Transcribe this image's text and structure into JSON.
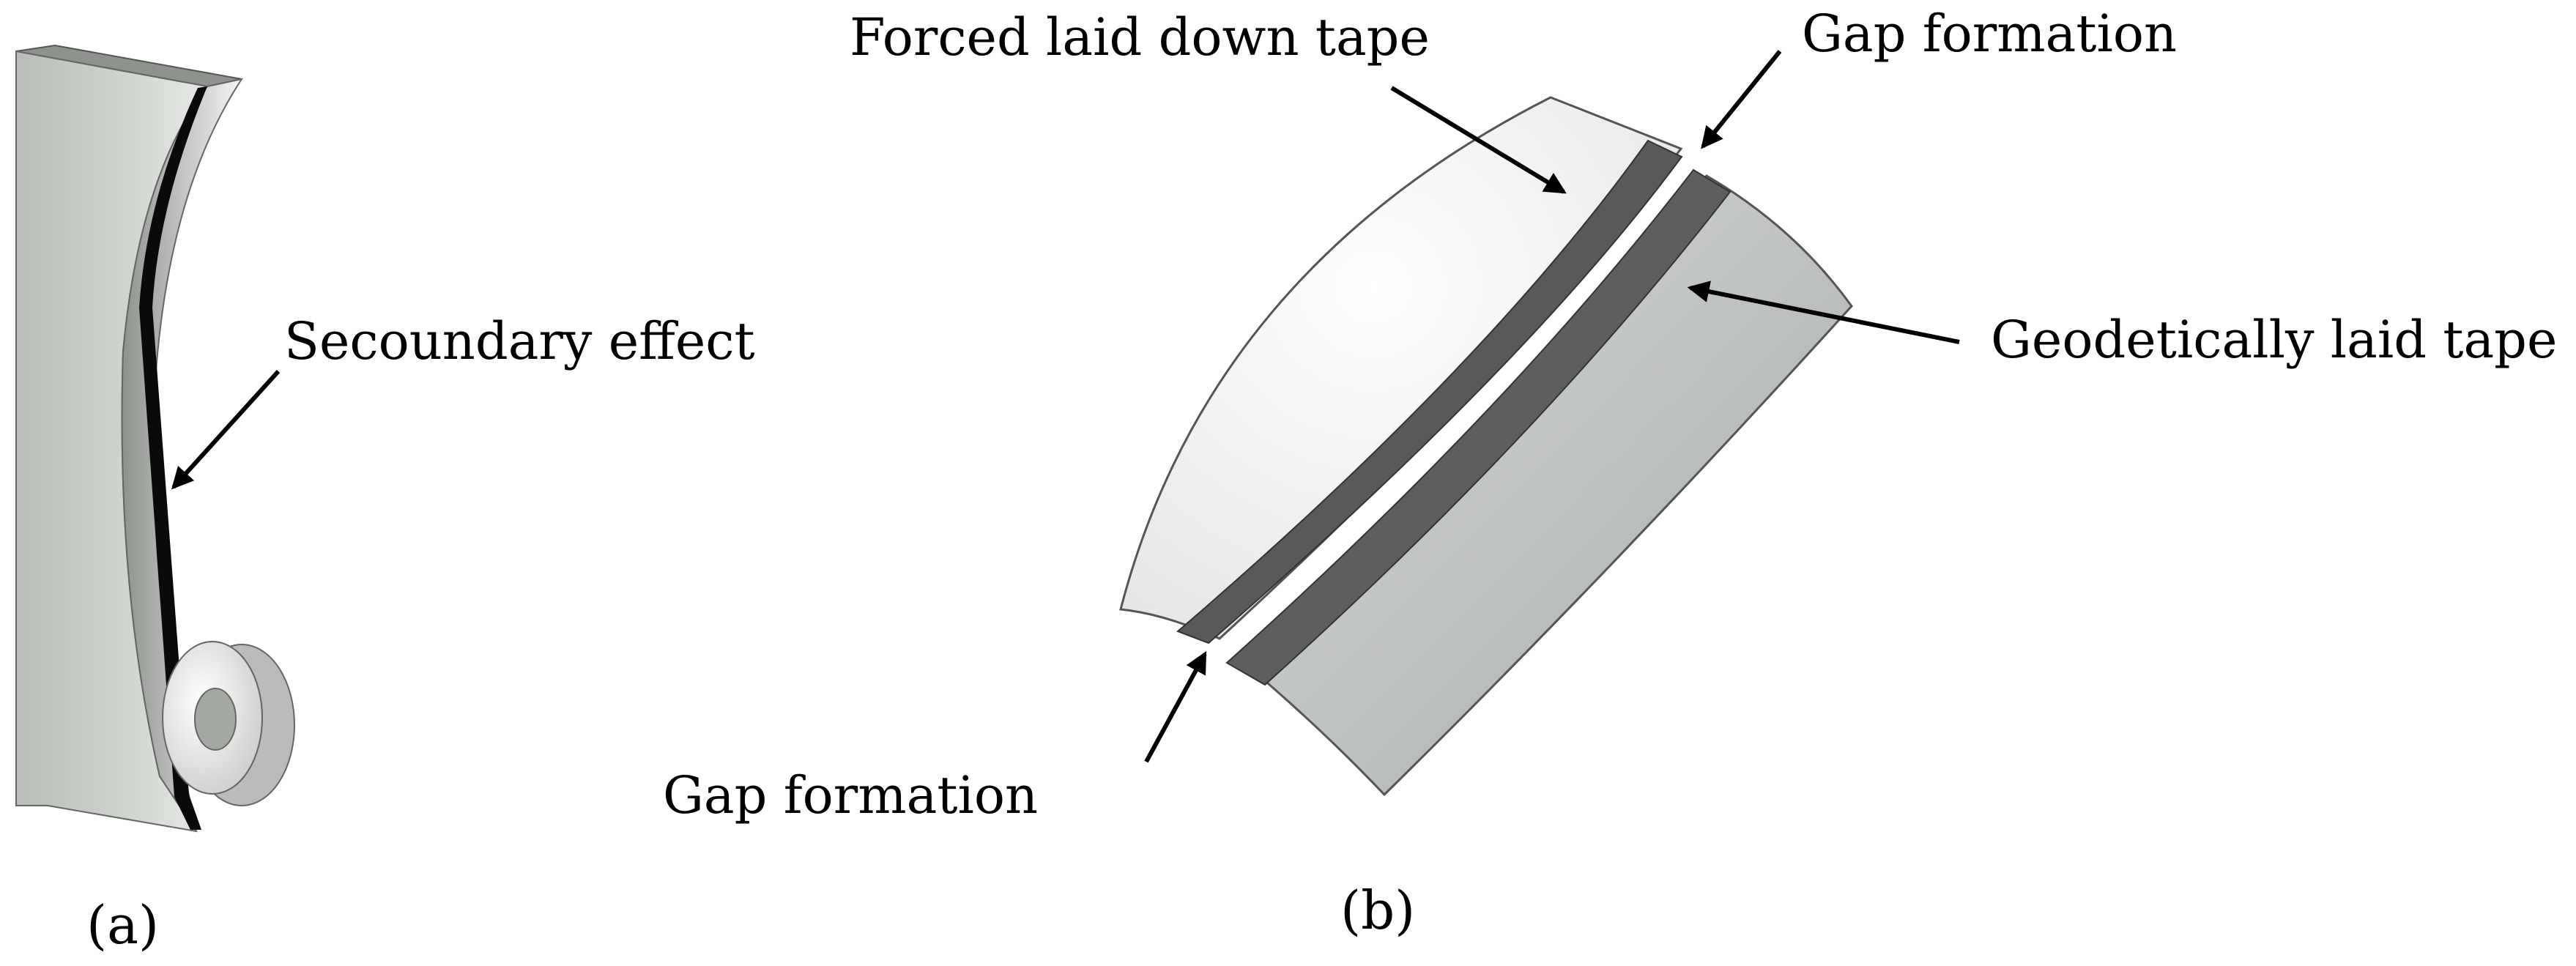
{
  "panel_a": {
    "label": "(a)",
    "annotation": "Secoundary effect"
  },
  "panel_b": {
    "label": "(b)",
    "annotations": {
      "forced_tape": "Forced laid down tape",
      "gap_top": "Gap formation",
      "geodetic_tape": "Geodetically laid tape",
      "gap_bottom": "Gap formation"
    }
  },
  "colors": {
    "background": "#ffffff",
    "surface_light": "#f2f3f2",
    "surface_shade": "#bfc3bf",
    "tape": "#5c5c5c",
    "tape_black": "#0a0a0a",
    "outline": "#555555",
    "arrow": "#000000"
  }
}
